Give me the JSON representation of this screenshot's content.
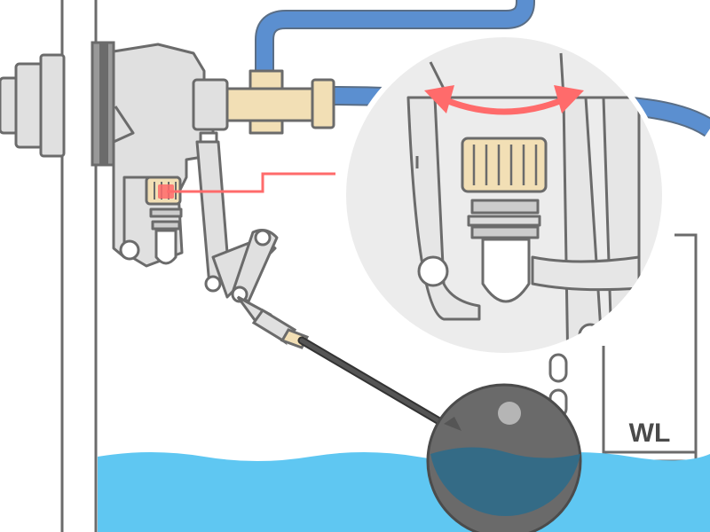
{
  "labels": {
    "water_level": "WL"
  },
  "colors": {
    "water": "#5fc7f2",
    "pipe": "#5b8fd0",
    "valve_body": "#e0e0e0",
    "brass": "#f2dfb5",
    "highlight": "#ff6b6b",
    "float_ball": "#6a6a6a",
    "stroke": "#6b6b6b",
    "zoom_bg": "#ececec"
  },
  "components": [
    "wall-mounted-supply-valve",
    "supply-pipe",
    "ball-tap-valve",
    "float-arm",
    "float-ball",
    "overflow-chain",
    "water-surface",
    "water-level-gauge",
    "zoom-inset",
    "rotation-arrow"
  ]
}
